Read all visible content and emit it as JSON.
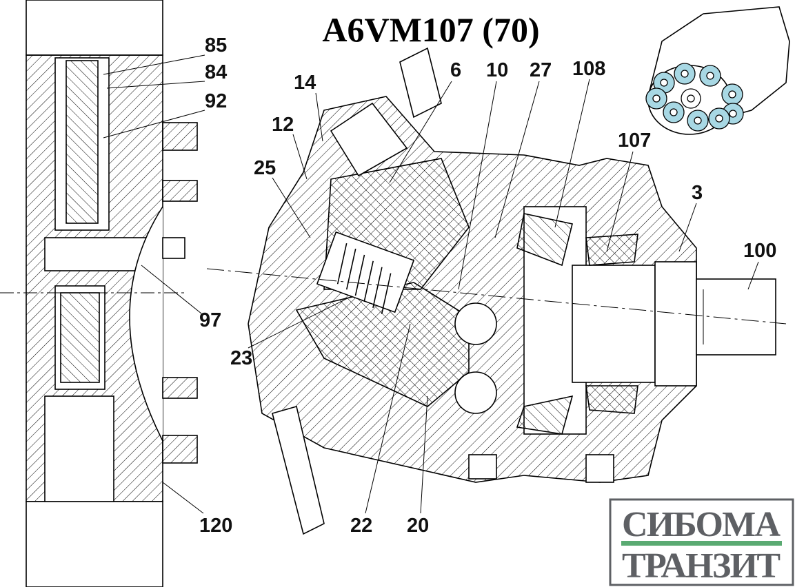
{
  "title": "A6VM107 (70)",
  "labels": {
    "l85": "85",
    "l84": "84",
    "l92": "92",
    "l97": "97",
    "l120": "120",
    "l14": "14",
    "l12": "12",
    "l25": "25",
    "l23": "23",
    "l22": "22",
    "l20": "20",
    "l6": "6",
    "l10": "10",
    "l27": "27",
    "l108": "108",
    "l107": "107",
    "l3": "3",
    "l100": "100"
  },
  "logo": {
    "line1": "СИБОМА",
    "line2": "ТРАНЗИТ",
    "accent": "#5aaa72",
    "text_color": "#5e6064"
  },
  "colors": {
    "piston_fill": "#a8d8e4"
  }
}
